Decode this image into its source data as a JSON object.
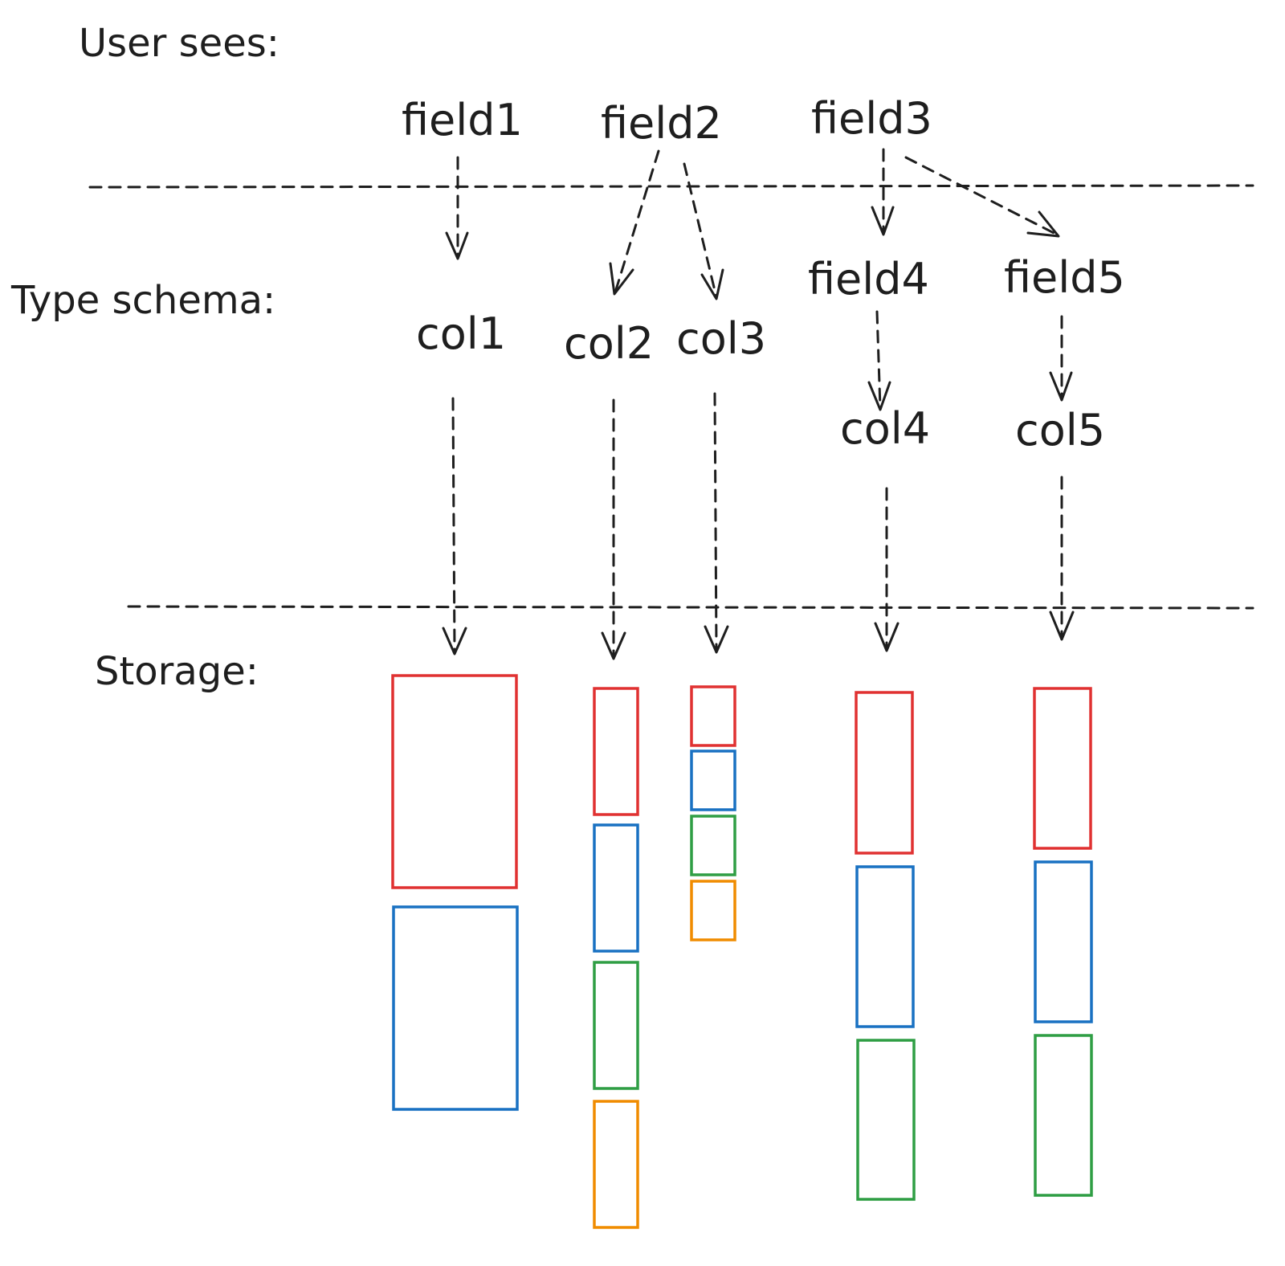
{
  "labels": {
    "user_sees": "User sees:",
    "type_schema": "Type schema:",
    "storage": "Storage:"
  },
  "fields": {
    "field1": "field1",
    "field2": "field2",
    "field3": "field3",
    "field4": "field4",
    "field5": "field5"
  },
  "columns": {
    "col1": "col1",
    "col2": "col2",
    "col3": "col3",
    "col4": "col4",
    "col5": "col5"
  },
  "colors": {
    "red": "#e03131",
    "blue": "#1971c2",
    "green": "#2f9e44",
    "orange": "#f08c00",
    "ink": "#1e1e1e"
  }
}
